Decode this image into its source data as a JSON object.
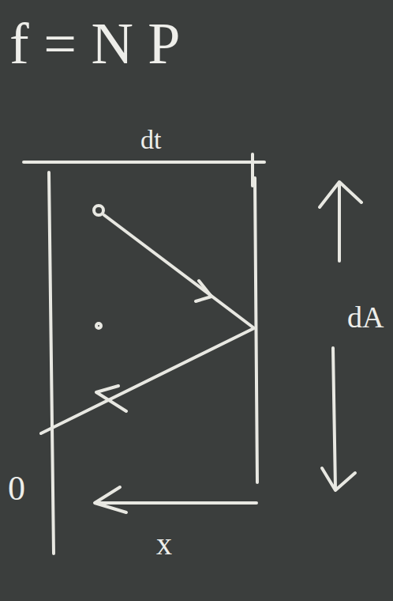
{
  "diagram": {
    "labels": [
      "f = N P",
      "dt",
      "dA",
      "0",
      "x"
    ]
  }
}
